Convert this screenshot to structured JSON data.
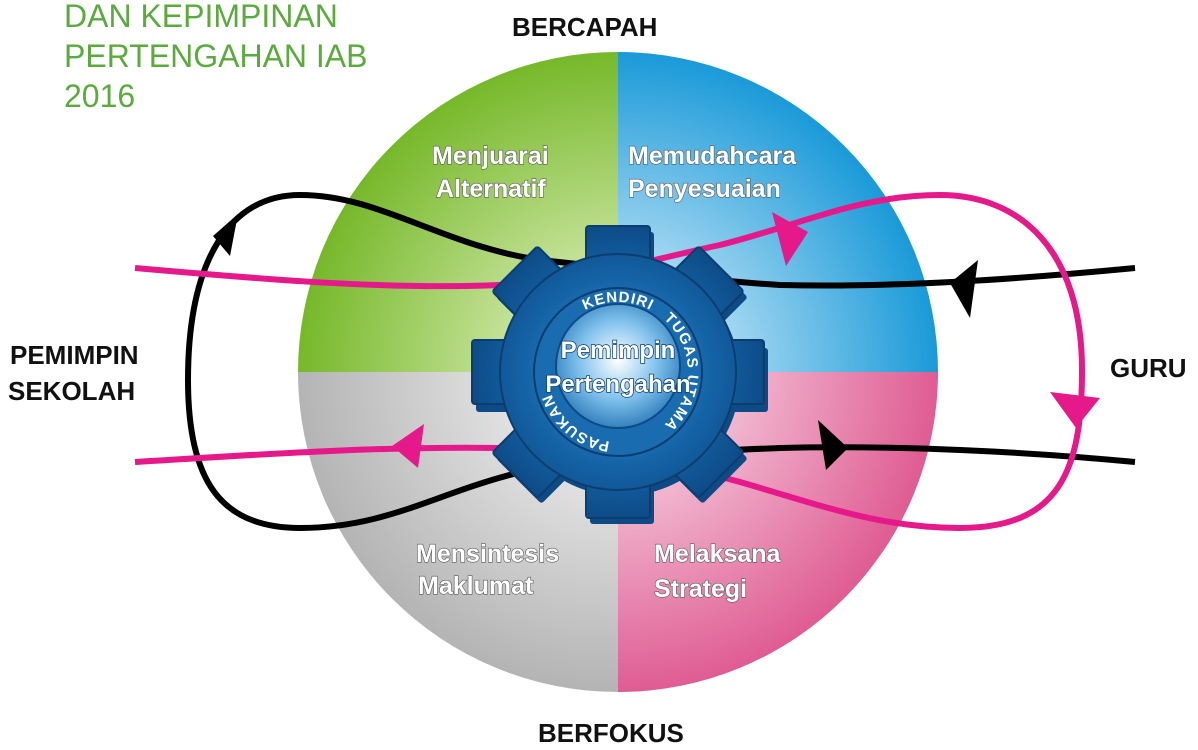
{
  "title_lines": [
    "DAN KEPIMPINAN",
    "PERTENGAHAN IAB",
    "2016"
  ],
  "axis": {
    "top": "BERCAPAH",
    "bottom": "BERFOKUS",
    "left_line1": "PEMIMPIN",
    "left_line2": "SEKOLAH",
    "right": "GURU"
  },
  "quadrants": {
    "top_left": [
      "Menjuarai",
      "Alternatif"
    ],
    "top_right": [
      "Memudahcara",
      "Penyesuaian"
    ],
    "bottom_left": [
      "Mensintesis",
      "Maklumat"
    ],
    "bottom_right": [
      "Melaksana",
      "Strategi"
    ]
  },
  "center": [
    "Pemimpin",
    "Pertengahan"
  ],
  "ring": {
    "top": "KENDIRI",
    "right": "TUGAS UTAMA",
    "left": "PASUKAN"
  },
  "colors": {
    "green": "#76b82a",
    "blue": "#1a9ad8",
    "grey": "#b4b4b4",
    "pink": "#df5c93",
    "gear": "#1565a8",
    "magenta_line": "#e5198a",
    "black_line": "#000000",
    "title": "#5aaa3c"
  }
}
